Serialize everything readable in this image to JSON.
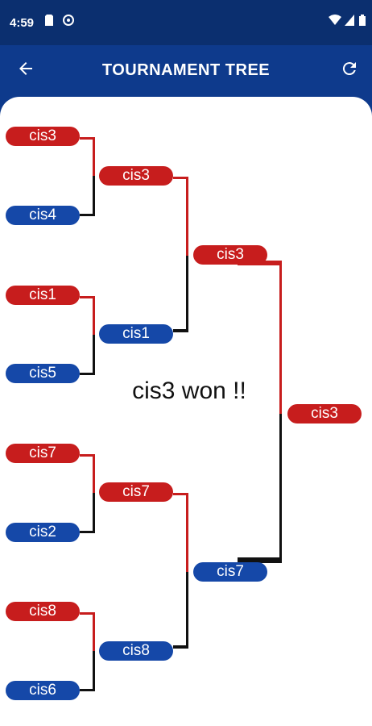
{
  "status": {
    "time": "4:59",
    "icons": [
      "sim-card-icon",
      "vpn-icon",
      "wifi-icon",
      "signal-icon",
      "battery-icon"
    ]
  },
  "appbar": {
    "title": "TOURNAMENT TREE",
    "back_icon": "arrow-left-icon",
    "refresh_icon": "refresh-icon"
  },
  "bracket": {
    "round1": [
      {
        "top": "cis3",
        "bottom": "cis4"
      },
      {
        "top": "cis1",
        "bottom": "cis5"
      },
      {
        "top": "cis7",
        "bottom": "cis2"
      },
      {
        "top": "cis8",
        "bottom": "cis6"
      }
    ],
    "round2": [
      "cis3",
      "cis1",
      "cis7",
      "cis8"
    ],
    "round3": [
      "cis3",
      "cis7"
    ],
    "final": "cis3"
  },
  "result_text": "cis3 won !!",
  "colors": {
    "winner": "#c71d1d",
    "loser": "#1548a8",
    "winner_line": "#c71d1d",
    "loser_line": "#111111",
    "appbar": "#0e3a8c",
    "statusbar": "#0b2f6f"
  }
}
